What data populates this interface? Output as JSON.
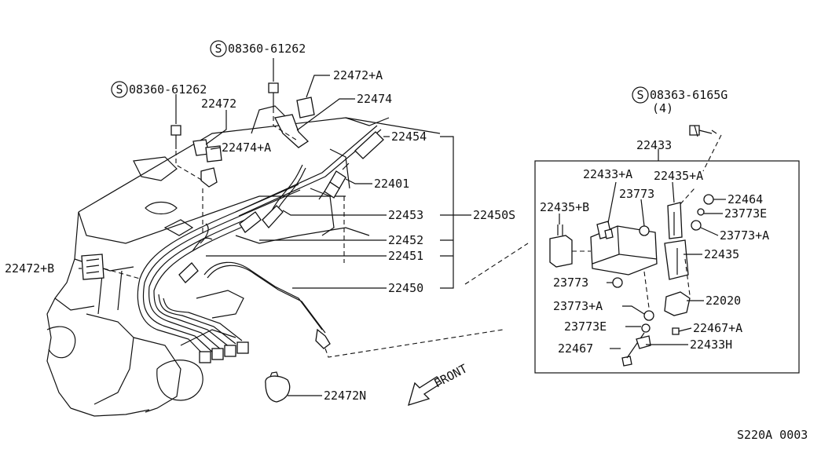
{
  "callouts": {
    "s_08360_top": "08360-61262",
    "s_08360_left": "08360-61262",
    "s_08363": "08363-6165G",
    "s_08363_qty": "(4)",
    "p22472a": "22472+A",
    "p22474": "22474",
    "p22472": "22472",
    "p22474a": "22474+A",
    "p22454": "22454",
    "p22401": "22401",
    "p22453": "22453",
    "p22450s": "22450S",
    "p22452": "22452",
    "p22451": "22451",
    "p22450": "22450",
    "p22472b": "22472+B",
    "p22472n": "22472N",
    "p22433": "22433",
    "p22433a": "22433+A",
    "p22435a": "22435+A",
    "p22464": "22464",
    "p22435b": "22435+B",
    "p23773_a": "23773",
    "p23773e_top": "23773E",
    "p23773a_top": "23773+A",
    "p22435": "22435",
    "p23773_b": "23773",
    "p22020": "22020",
    "p23773a_bot": "23773+A",
    "p23773e_bot": "23773E",
    "p22467a": "22467+A",
    "p22467": "22467",
    "p22433h": "22433H"
  },
  "front_label": "FRONT",
  "s_symbol": "S",
  "diagram_code": "S220A 0003"
}
